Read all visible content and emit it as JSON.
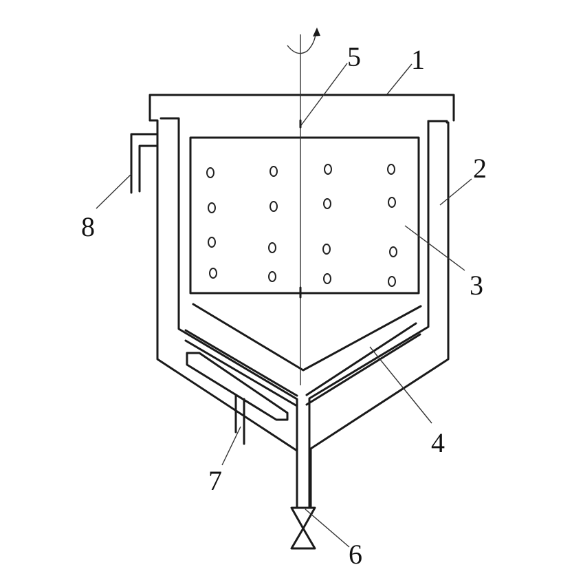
{
  "diagram": {
    "callouts": [
      {
        "id": "1",
        "text": "1"
      },
      {
        "id": "2",
        "text": "2"
      },
      {
        "id": "3",
        "text": "3"
      },
      {
        "id": "4",
        "text": "4"
      },
      {
        "id": "5",
        "text": "5"
      },
      {
        "id": "6",
        "text": "6"
      },
      {
        "id": "7",
        "text": "7"
      },
      {
        "id": "8",
        "text": "8"
      }
    ],
    "stroke_color": "#1a1a1a",
    "background_color": "#ffffff"
  }
}
